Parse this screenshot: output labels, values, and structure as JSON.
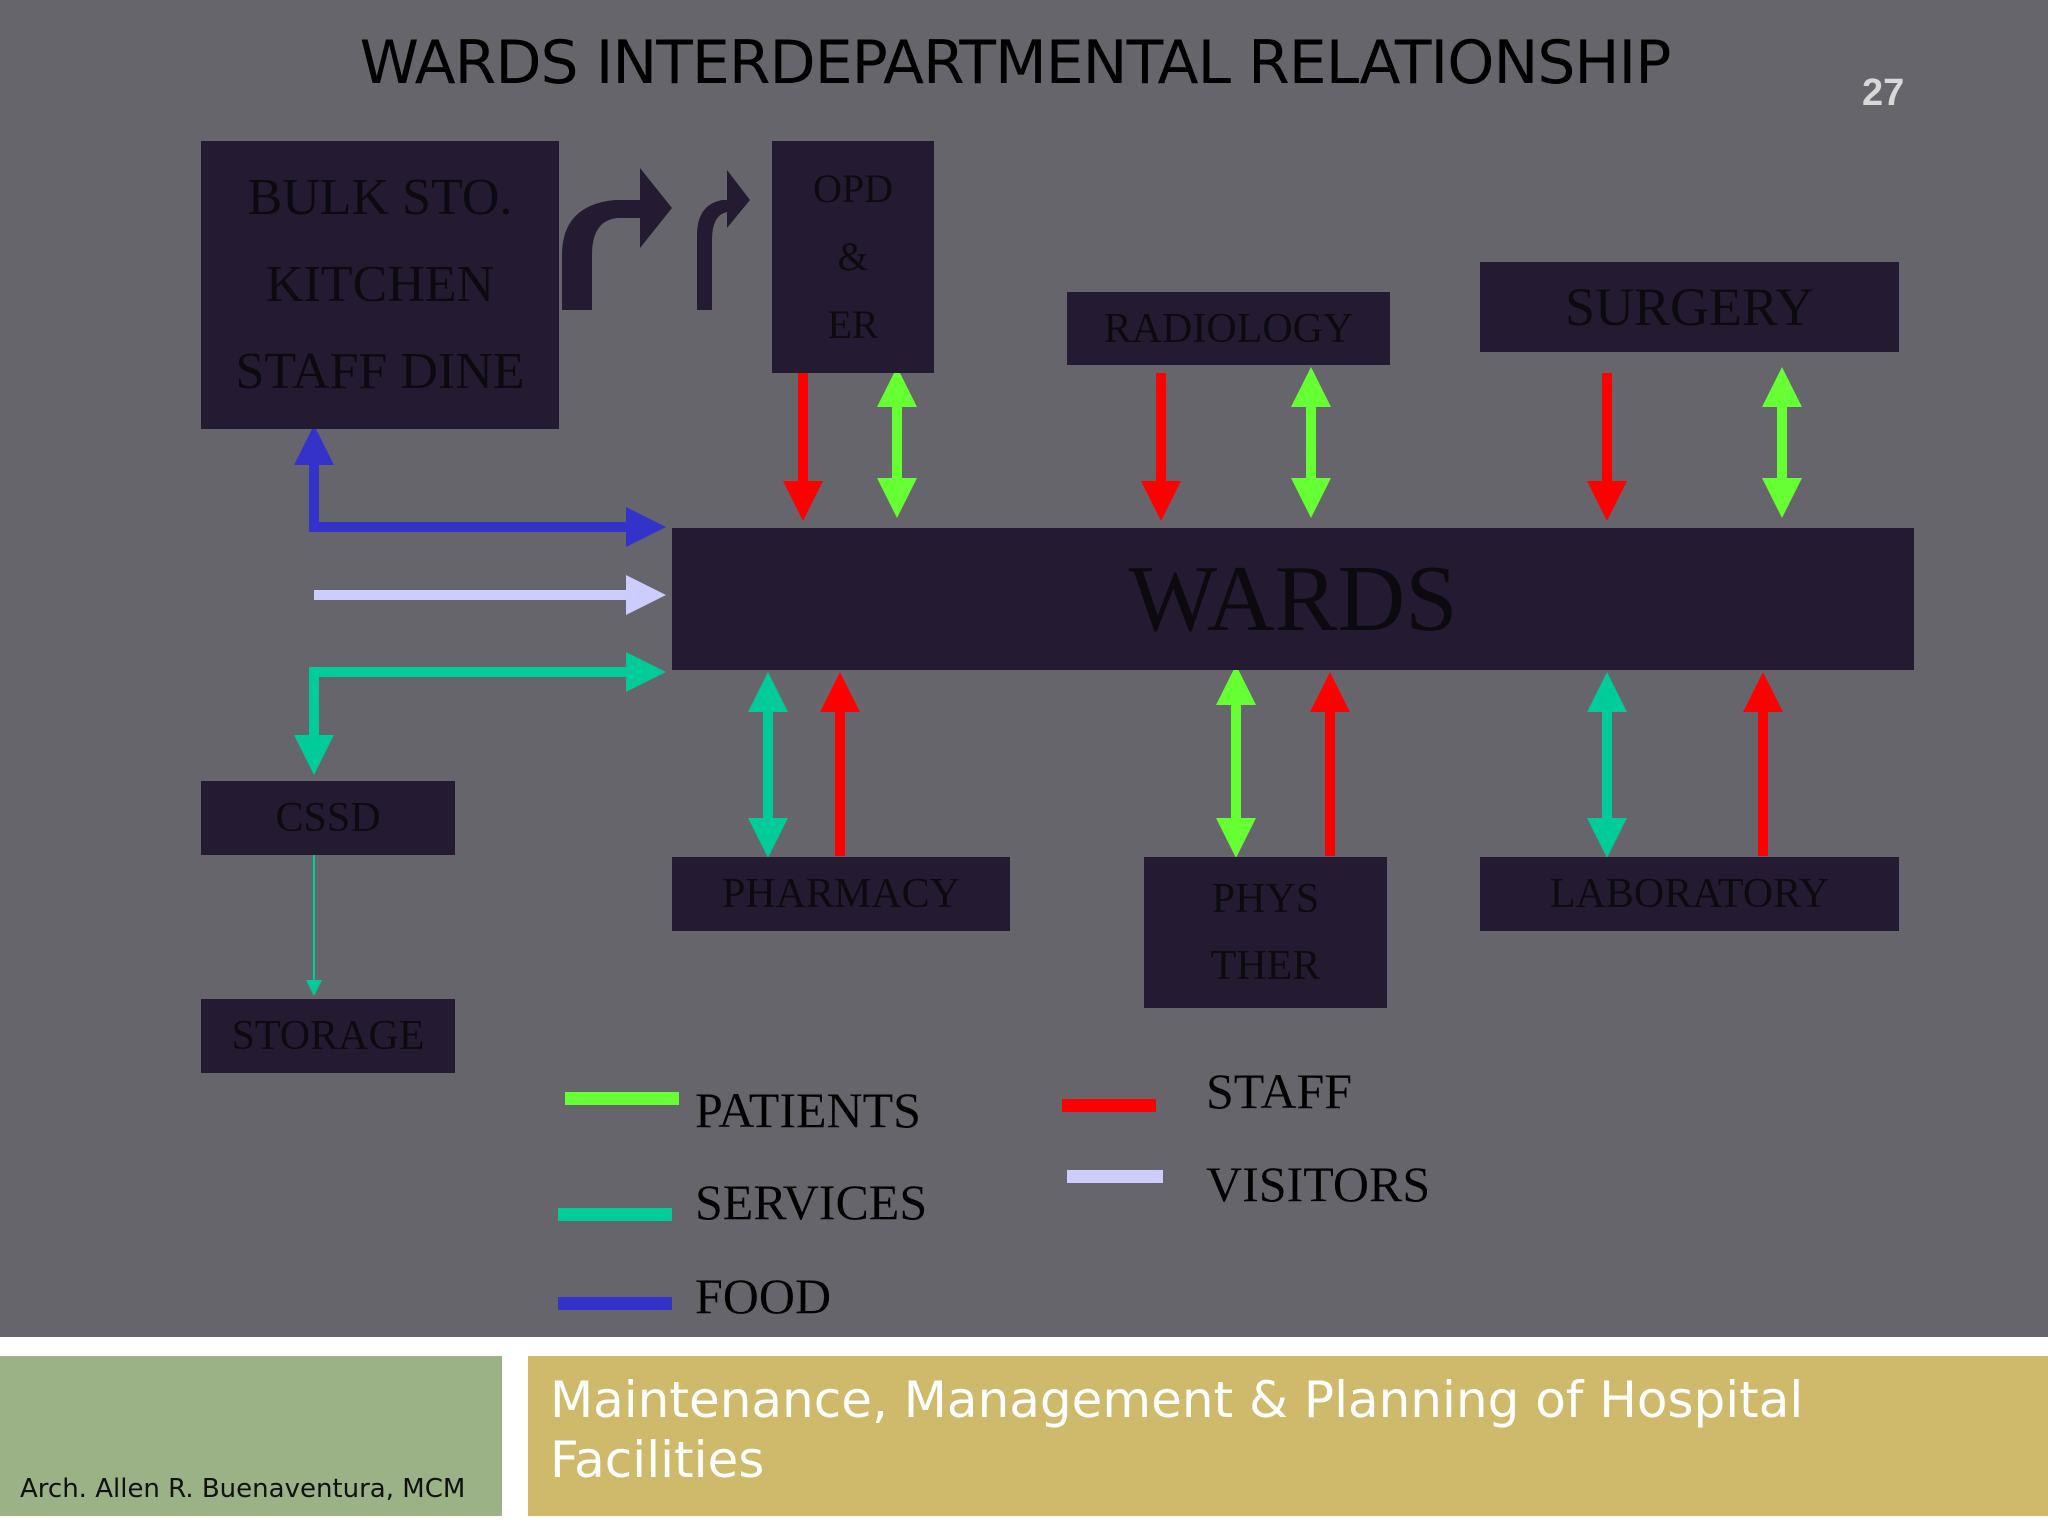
{
  "slide": {
    "title": "WARDS INTERDEPARTMENTAL RELATIONSHIP",
    "page_number": "27"
  },
  "diagram": {
    "departments": {
      "bulk": [
        "BULK STO.",
        "KITCHEN",
        "STAFF DINE"
      ],
      "opd": [
        "OPD",
        "&",
        "ER"
      ],
      "radiology": "RADIOLOGY",
      "surgery": "SURGERY",
      "wards": "WARDS",
      "cssd": "CSSD",
      "storage": "STORAGE",
      "pharmacy": "PHARMACY",
      "phys": [
        "PHYS",
        "THER"
      ],
      "laboratory": "LABORATORY"
    },
    "legend": [
      {
        "label": "PATIENTS",
        "color": "#66ff33"
      },
      {
        "label": "SERVICES",
        "color": "#00cc99"
      },
      {
        "label": "FOOD",
        "color": "#3333cc"
      },
      {
        "label": "STAFF",
        "color": "#ff0000"
      },
      {
        "label": "VISITORS",
        "color": "#ccccff"
      }
    ]
  },
  "footer": {
    "author": "Arch. Allen R. Buenaventura, MCM",
    "course": "Maintenance, Management & Planning of Hospital Facilities"
  }
}
